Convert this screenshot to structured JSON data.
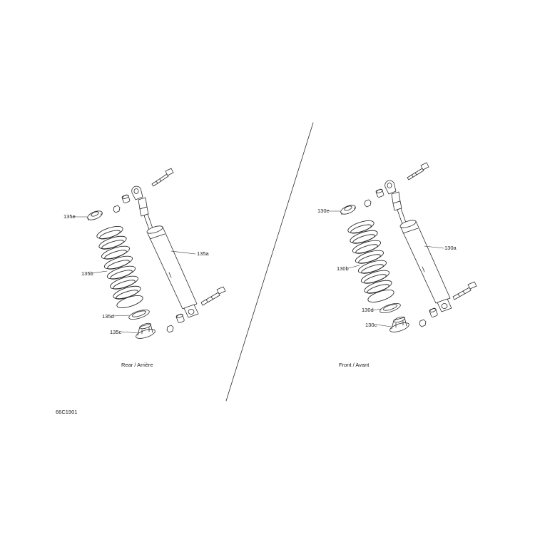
{
  "labels": {
    "rear": {
      "e": "135e",
      "b": "135b",
      "d": "135d",
      "c": "135c",
      "a": "135a",
      "caption": "Rear / Arrière"
    },
    "front": {
      "e": "130e",
      "b": "130b",
      "d": "130d",
      "c": "130c",
      "a": "130a",
      "caption": "Front / Avant"
    },
    "figure_code": "66C1901"
  },
  "colors": {
    "line": "#2b2b2b",
    "fill": "#ffffff"
  }
}
